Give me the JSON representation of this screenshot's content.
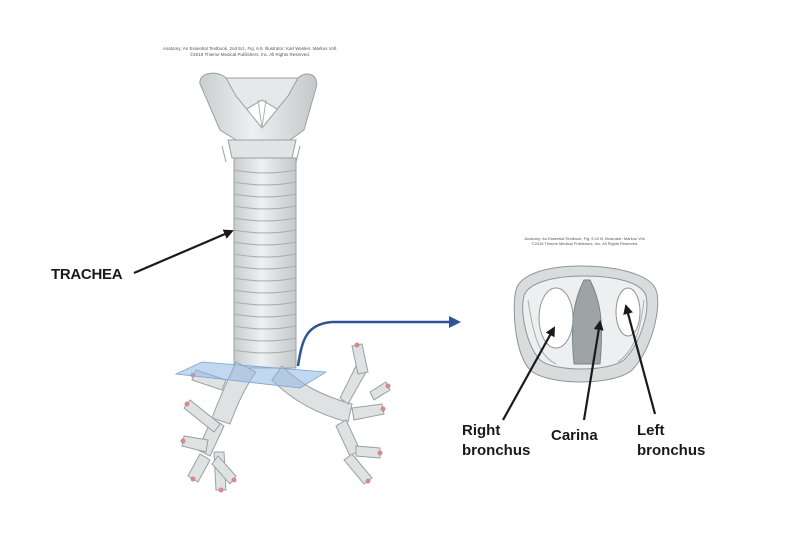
{
  "credits": {
    "trachea_figure_line1": "Anatomy: An Essential Textbook, 2nd Ed., Fig. 6.9. Illustrator: Karl Wesker, Markus Voll.",
    "trachea_figure_line2": "©2016 Thieme Medical Publishers, Inc. All Rights Reserved.",
    "carina_figure_line1": "Anatomy: An Essential Textbook, Fig. 6.10 B. Illustrator: Markus Voll.",
    "carina_figure_line2": "©2016 Thieme Medical Publishers, Inc. All Rights Reserved."
  },
  "labels": {
    "trachea": "TRACHEA",
    "right_bronchus_line1": "Right",
    "right_bronchus_line2": "bronchus",
    "carina": "Carina",
    "left_bronchus_line1": "Left",
    "left_bronchus_line2": "bronchus"
  },
  "colors": {
    "tissue_fill": "#e3e6e7",
    "tissue_stroke": "#9aa0a3",
    "cut_plane": "#8fb6e3",
    "link_arrow": "#2f5597",
    "pointer_arrow": "#1a1a1a",
    "bronchus_tip": "#d88a8a"
  }
}
